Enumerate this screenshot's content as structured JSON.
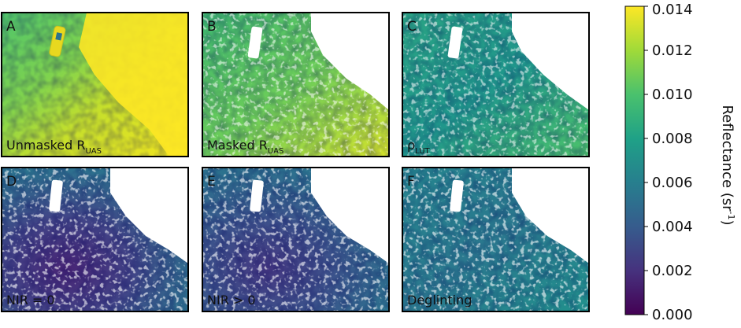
{
  "panels": [
    {
      "letter": "A",
      "caption": "Unmasked R",
      "sub": "UAS"
    },
    {
      "letter": "B",
      "caption": "Masked R",
      "sub": "UAS"
    },
    {
      "letter": "C",
      "caption": "ρ",
      "sub": "LUT"
    },
    {
      "letter": "D",
      "caption": "NIR = 0",
      "sub": ""
    },
    {
      "letter": "E",
      "caption": "NIR > 0",
      "sub": ""
    },
    {
      "letter": "F",
      "caption": "Deglinting",
      "sub": ""
    }
  ],
  "colorbar": {
    "label": "Reflectance (sr",
    "label_sup": "-1",
    "label_close": ")",
    "ticks": [
      "0.000",
      "0.002",
      "0.004",
      "0.006",
      "0.008",
      "0.010",
      "0.012",
      "0.014"
    ],
    "range": [
      0,
      0.014
    ],
    "colormap": "viridis",
    "colors": [
      "#440154",
      "#46327e",
      "#365c8d",
      "#277f8e",
      "#1fa187",
      "#4ac16d",
      "#a0da39",
      "#fde725"
    ]
  }
}
